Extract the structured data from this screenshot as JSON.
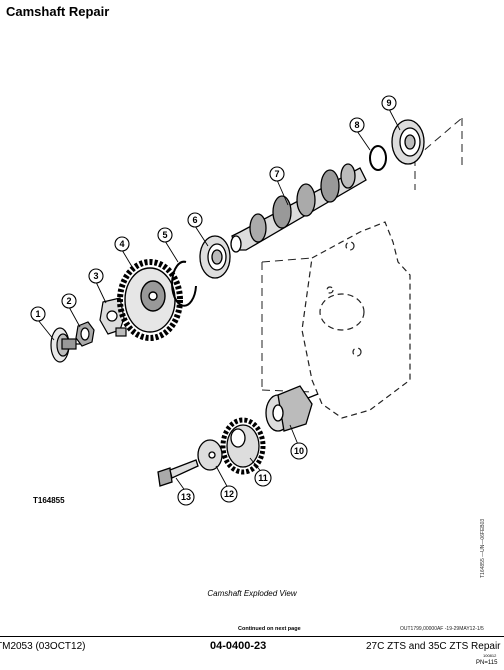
{
  "header": {
    "title": "Camshaft Repair"
  },
  "figure": {
    "id": "T164855",
    "caption": "Camshaft Exploded View",
    "side_code": "T164855 —UN—06FEB03",
    "callouts": [
      "1",
      "2",
      "3",
      "4",
      "5",
      "6",
      "7",
      "8",
      "9",
      "10",
      "11",
      "12",
      "13"
    ]
  },
  "footer": {
    "continued": "Continued on next page",
    "out_code": "OUT1799,00000AF -19-29MAY12-1/5",
    "manual_code": "TM2053 (03OCT12)",
    "page_number": "04-0400-23",
    "manual_title": "27C ZTS and 35C ZTS Repair",
    "small_code": "100812",
    "pn": "PN=115"
  }
}
